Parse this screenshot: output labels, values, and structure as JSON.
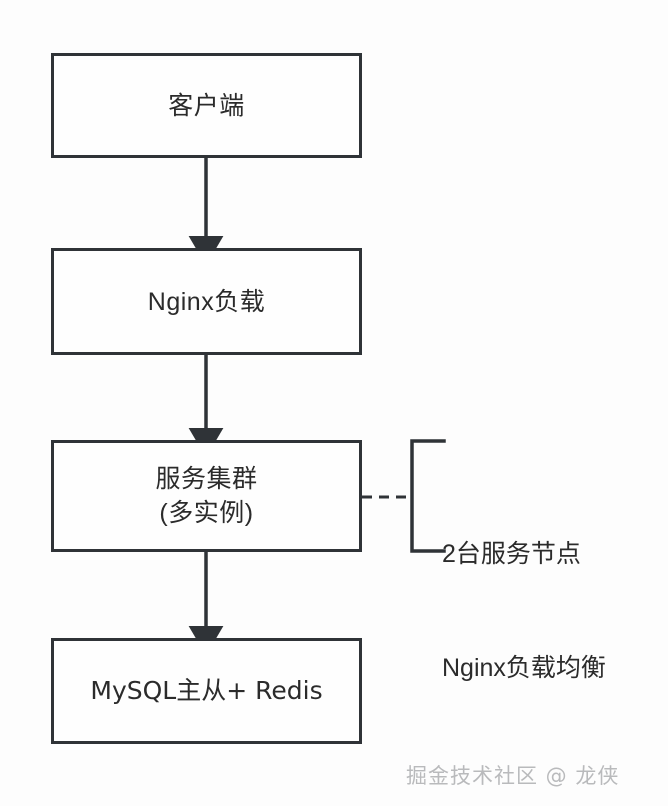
{
  "diagram": {
    "type": "flowchart",
    "orientation": "vertical-top-to-bottom",
    "nodes": [
      {
        "id": "client",
        "label": "客户端",
        "shape": "rectangle"
      },
      {
        "id": "nginx",
        "label": "Nginx负载",
        "shape": "rectangle"
      },
      {
        "id": "cluster",
        "label_line1": "服务集群",
        "label_line2": "(多实例)",
        "shape": "rectangle"
      },
      {
        "id": "db",
        "label": "MySQL主从+ Redis",
        "shape": "rectangle"
      }
    ],
    "edges": [
      {
        "from": "client",
        "to": "nginx",
        "style": "solid-arrow"
      },
      {
        "from": "nginx",
        "to": "cluster",
        "style": "solid-arrow"
      },
      {
        "from": "cluster",
        "to": "db",
        "style": "solid-arrow"
      },
      {
        "from": "cluster",
        "to": "annotation",
        "style": "dashed-line"
      }
    ],
    "annotation": {
      "bracket": "left-facing-square-bracket",
      "line1": "2台服务节点",
      "line2": "Nginx负载均衡"
    },
    "colors": {
      "background": "#fdfdfd",
      "box_fill": "#fefefe",
      "stroke": "#2f3337",
      "text": "#2b2b2b",
      "watermark_text": "#b9babc"
    }
  },
  "watermark": {
    "text": "掘金技术社区 @ 龙侠"
  }
}
